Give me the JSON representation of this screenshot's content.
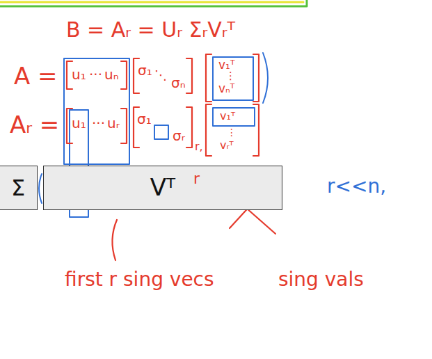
{
  "diagram": {
    "nodes": [
      {
        "text": [
          "Σ"
        ]
      },
      {
        "text": [
          "Vᵀ"
        ]
      }
    ],
    "labels": [
      "B = Aᵣ = Uᵣ ΣᵣVᵣᵀ",
      "A =",
      "u₁",
      "···",
      "uₙ",
      "σ₁",
      "⋱",
      "σₙ",
      "v₁ᵀ",
      "⋮",
      "vₙᵀ",
      "Aᵣ =",
      "u₁",
      "···",
      "uᵣ",
      "σ₁",
      "σᵣ",
      "r,",
      "v₁ᵀ",
      "⋮",
      "vᵣᵀ",
      "r",
      "r<<n,",
      "first r sing vecs",
      "sing vals"
    ]
  }
}
